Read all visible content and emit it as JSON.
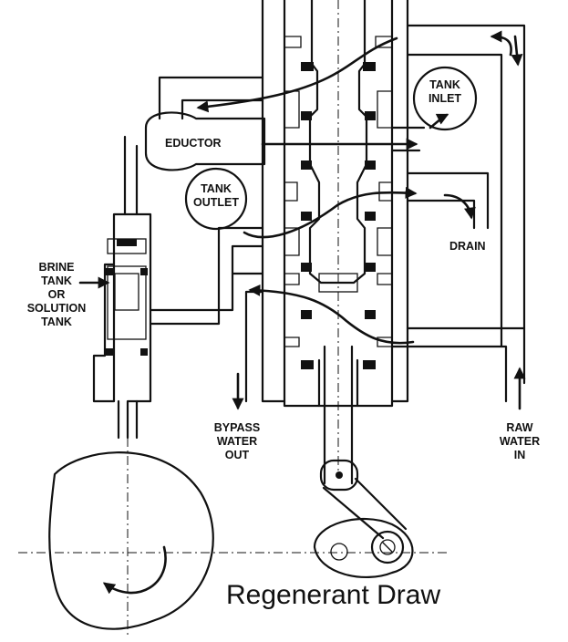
{
  "caption": "Regenerant Draw",
  "labels": {
    "eductor": "EDUCTOR",
    "tank_inlet": [
      "TANK",
      "INLET"
    ],
    "tank_outlet": [
      "TANK",
      "OUTLET"
    ],
    "drain": "DRAIN",
    "brine_tank": [
      "BRINE",
      "TANK",
      "OR",
      "SOLUTION",
      "TANK"
    ],
    "bypass_water_out": [
      "BYPASS",
      "WATER",
      "OUT"
    ],
    "raw_water_in": [
      "RAW",
      "WATER",
      "IN"
    ]
  }
}
